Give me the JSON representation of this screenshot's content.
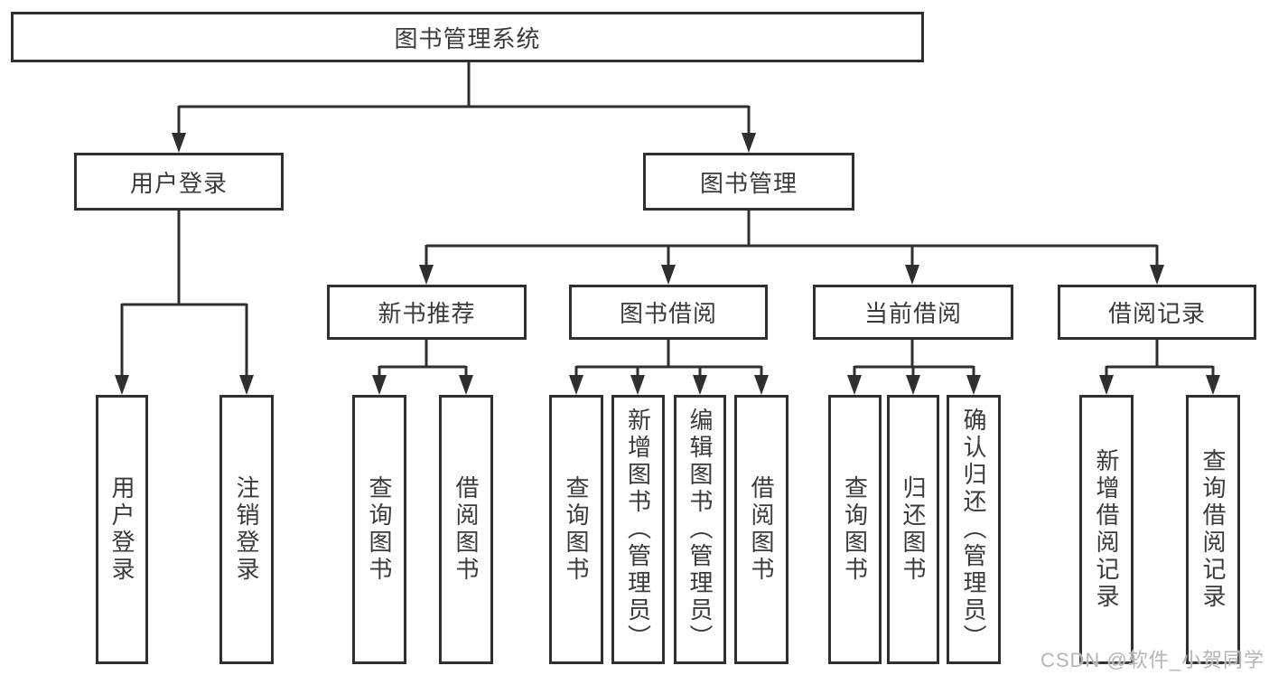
{
  "root": {
    "label": "图书管理系统"
  },
  "level2": {
    "user_login": "用户登录",
    "book_management": "图书管理"
  },
  "level3": {
    "new_book_recommend": "新书推荐",
    "book_borrow": "图书借阅",
    "current_borrow": "当前借阅",
    "borrow_record": "借阅记录"
  },
  "leaves": {
    "user": [
      "用户登录",
      "注销登录"
    ],
    "recommend": [
      "查询图书",
      "借阅图书"
    ],
    "borrow": [
      "查询图书",
      "新增图书（管理员）",
      "编辑图书（管理员）",
      "借阅图书"
    ],
    "current": [
      "查询图书",
      "归还图书",
      "确认归还（管理员）"
    ],
    "record": [
      "新增借阅记录",
      "查询借阅记录"
    ]
  },
  "watermark": "CSDN @软件_小贺同学",
  "colors": {
    "line": "#2f2f2f",
    "text": "#3a3a3a",
    "watermark": "#b5b5b5",
    "background": "#ffffff"
  }
}
